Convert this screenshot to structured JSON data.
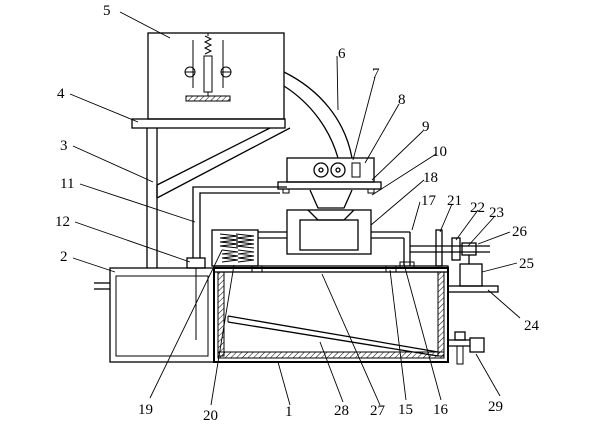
{
  "diagram": {
    "labels": [
      "1",
      "2",
      "3",
      "4",
      "5",
      "6",
      "7",
      "8",
      "9",
      "10",
      "11",
      "12",
      "15",
      "16",
      "17",
      "18",
      "19",
      "20",
      "21",
      "22",
      "23",
      "24",
      "25",
      "26",
      "27",
      "28",
      "29"
    ]
  }
}
